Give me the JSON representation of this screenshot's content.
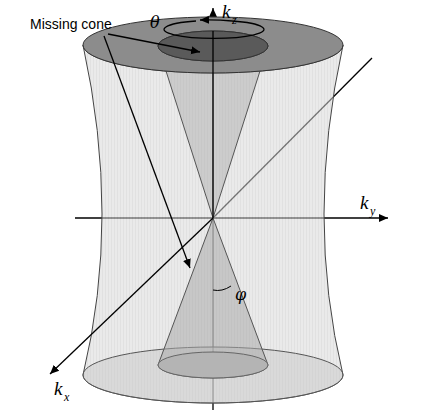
{
  "diagram": {
    "labels": [
      "Missing cone",
      "k",
      "z",
      "θ",
      "k",
      "y",
      "φ",
      "k",
      "x"
    ]
  }
}
